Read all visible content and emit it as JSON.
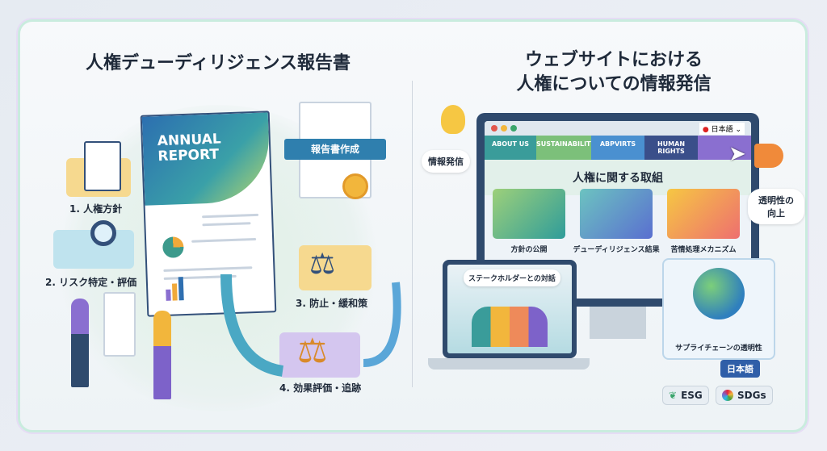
{
  "left": {
    "title": "人権デューディリジェンス報告書",
    "report_cover": "ANNUAL REPORT",
    "ribbon": "報告書作成",
    "steps": [
      "1. 人権方針",
      "2. リスク特定・評価",
      "3. 防止・緩和策",
      "4. 効果評価・追跡"
    ]
  },
  "right": {
    "title_line1": "ウェブサイトにおける",
    "title_line2": "人権についての情報発信",
    "bubble_info": "情報発信",
    "bubble_transparency": "透明性の向上",
    "website": {
      "language": "日本語",
      "nav": [
        "ABOUT US",
        "SUSTAINABILITY",
        "ABPVIRTS",
        "HUMAN RIGHTS"
      ],
      "heading": "人権に関する取組",
      "tiles": [
        "方針の公開",
        "デューディリジェンス結果",
        "苦情処理メカニズム"
      ]
    },
    "laptop_bubble": "ステークホルダーとの対話",
    "globe_caption": "サプライチェーンの透明性",
    "language_badge": "日本語",
    "badges": [
      "ESG",
      "SDGs"
    ]
  },
  "colors": {
    "accent_blue": "#2f6fb0",
    "accent_green": "#4caf7a",
    "accent_purple": "#8a6fd0",
    "navy": "#2f4a6d"
  }
}
